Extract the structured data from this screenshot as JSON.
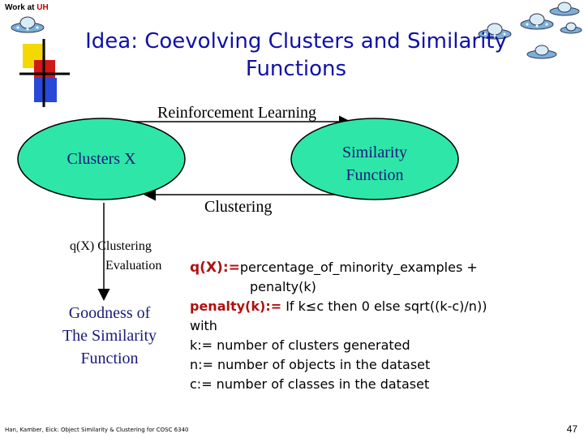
{
  "header": {
    "prefix": "Work at ",
    "accent": "UH"
  },
  "slide": {
    "title_line1": "Idea: Coevolving Clusters and Similarity",
    "title_line2": "Functions"
  },
  "diagram": {
    "top_arrow_label": "Reinforcement Learning",
    "bottom_arrow_label": "Clustering",
    "left_node": "Clusters X",
    "right_node_line1": "Similarity",
    "right_node_line2": "Function",
    "side_label_line1": "q(X) Clustering",
    "side_label_line2": "Evaluation",
    "goodness_line1": "Goodness of",
    "goodness_line2": "The Similarity",
    "goodness_line3": "Function"
  },
  "formula": {
    "q_label": "q(X):=",
    "q_text": "percentage_of_minority_examples +",
    "q_cont": "penalty(k)",
    "penalty_label": "penalty(k):=",
    "penalty_text": " If k≤c then 0 else sqrt((k-c)/n))",
    "with": "with",
    "k_def": "k:= number of clusters generated",
    "n_def": "n:= number of objects in the dataset",
    "c_def": "c:= number of classes in the dataset"
  },
  "footer": {
    "text": "Han, Kamber, Eick: Object Similarity & Clustering for COSC 6340",
    "page": "47"
  },
  "colors": {
    "title": "#1010a8",
    "ellipse": "#2ee6a8",
    "keyword": "#b01010"
  },
  "icons": [
    "ufo-icon",
    "ufo-icon",
    "ufo-icon",
    "ufo-icon",
    "ufo-icon",
    "ufo-icon",
    "square-logo"
  ]
}
